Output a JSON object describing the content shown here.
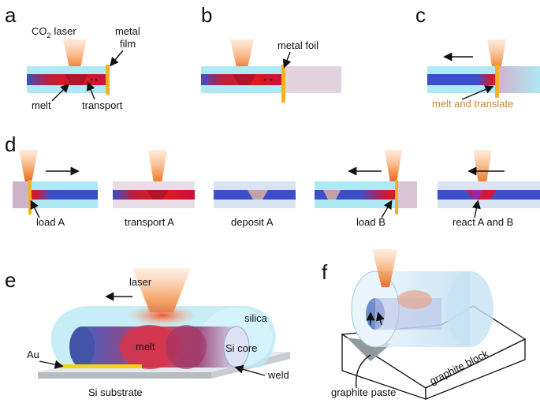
{
  "panels": {
    "a": {
      "letter": "a",
      "co": "CO",
      "co_sub": "2",
      "laser_word": "laser",
      "film_line1": "metal",
      "film_line2": "film",
      "melt": "melt",
      "transport": "transport"
    },
    "b": {
      "letter": "b",
      "foil": "metal foil"
    },
    "c": {
      "letter": "c",
      "caption": "melt and translate"
    },
    "d": {
      "letter": "d",
      "steps": [
        "load A",
        "transport A",
        "deposit A",
        "load B",
        "react A and B"
      ]
    },
    "e": {
      "letter": "e",
      "laser": "laser",
      "silica": "silica",
      "melt": "melt",
      "au": "Au",
      "si_core": "Si core",
      "weld": "weld",
      "substrate": "Si substrate"
    },
    "f": {
      "letter": "f",
      "block": "graphite block",
      "paste": "graphite paste"
    }
  },
  "colors": {
    "silica": "#aee9f6",
    "core": "#3b4fc8",
    "melt": "#d71920",
    "metal": "#f7b11e",
    "laser": "#f08a3c",
    "foil_body": "#e2d3df",
    "caption_orange": "#c98a2a"
  },
  "icons": [
    "laser-beam-icon",
    "arrow-left-icon",
    "arrow-right-icon"
  ]
}
